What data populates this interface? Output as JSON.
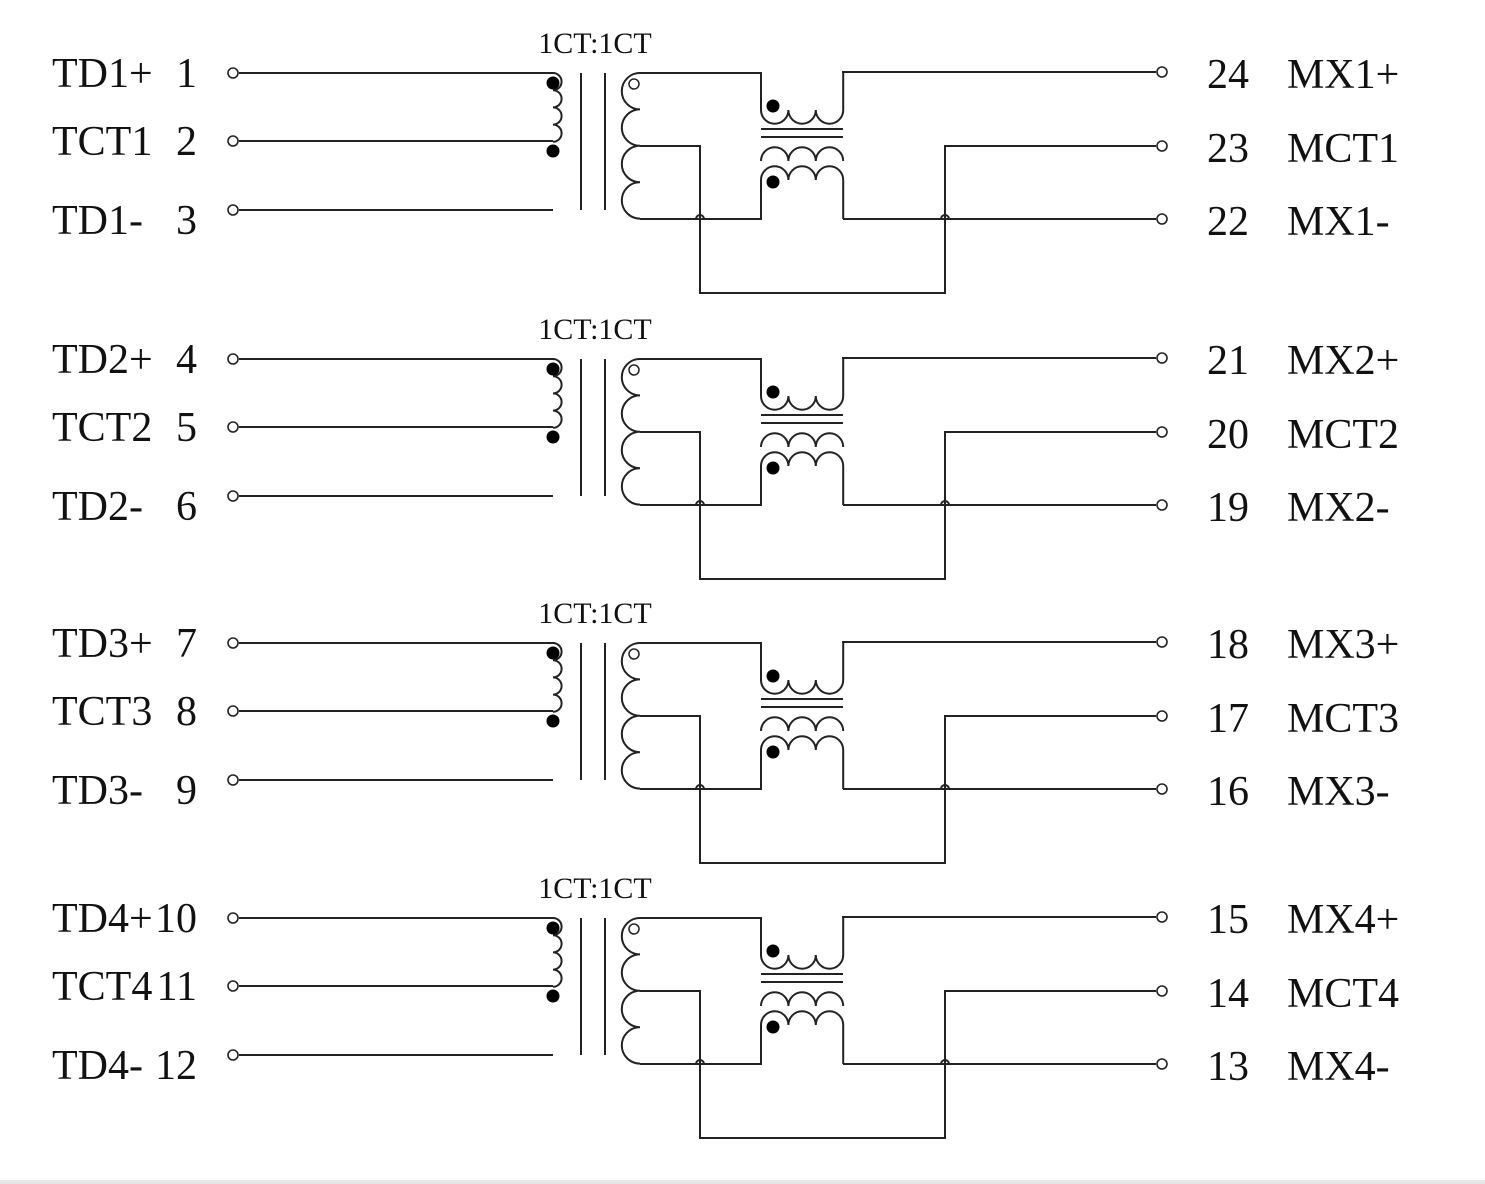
{
  "channels": [
    {
      "ratio": "1CT:1CT",
      "left": [
        {
          "name": "TD1+",
          "pin": "1"
        },
        {
          "name": "TCT1",
          "pin": "2"
        },
        {
          "name": "TD1-",
          "pin": "3"
        }
      ],
      "right": [
        {
          "pin": "24",
          "name": "MX1+"
        },
        {
          "pin": "23",
          "name": "MCT1"
        },
        {
          "pin": "22",
          "name": "MX1-"
        }
      ]
    },
    {
      "ratio": "1CT:1CT",
      "left": [
        {
          "name": "TD2+",
          "pin": "4"
        },
        {
          "name": "TCT2",
          "pin": "5"
        },
        {
          "name": "TD2-",
          "pin": "6"
        }
      ],
      "right": [
        {
          "pin": "21",
          "name": "MX2+"
        },
        {
          "pin": "20",
          "name": "MCT2"
        },
        {
          "pin": "19",
          "name": "MX2-"
        }
      ]
    },
    {
      "ratio": "1CT:1CT",
      "left": [
        {
          "name": "TD3+",
          "pin": "7"
        },
        {
          "name": "TCT3",
          "pin": "8"
        },
        {
          "name": "TD3-",
          "pin": "9"
        }
      ],
      "right": [
        {
          "pin": "18",
          "name": "MX3+"
        },
        {
          "pin": "17",
          "name": "MCT3"
        },
        {
          "pin": "16",
          "name": "MX3-"
        }
      ]
    },
    {
      "ratio": "1CT:1CT",
      "left": [
        {
          "name": "TD4+",
          "pin": "10"
        },
        {
          "name": "TCT4",
          "pin": "11"
        },
        {
          "name": "TD4-",
          "pin": "12"
        }
      ],
      "right": [
        {
          "pin": "15",
          "name": "MX4+"
        },
        {
          "pin": "14",
          "name": "MCT4"
        },
        {
          "pin": "13",
          "name": "MX4-"
        }
      ]
    }
  ]
}
